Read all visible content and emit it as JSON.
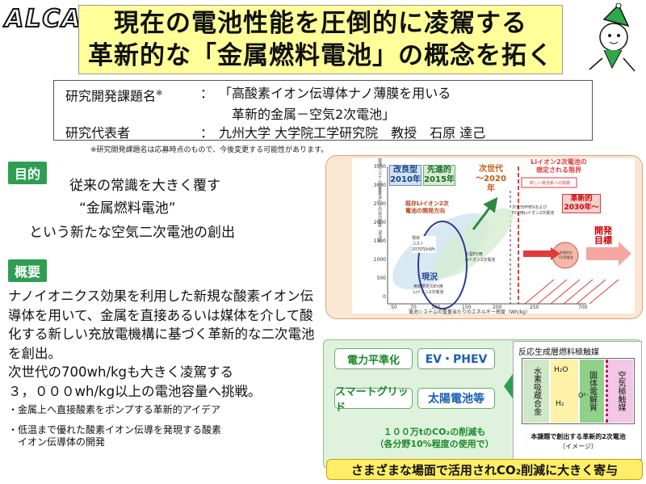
{
  "logo": {
    "text": "ALCA"
  },
  "title": {
    "line1": "現在の電池性能を圧倒的に凌駕する",
    "line2": "革新的な「金属燃料電池」の概念を拓く"
  },
  "info": {
    "topic_label": "研究開発課題名",
    "topic_mark": "※",
    "sep": "：",
    "topic_line1": "「高酸素イオン伝導体ナノ薄膜を用いる",
    "topic_line2": "革新的金属－空気2次電池」",
    "rep_label": "研究代表者",
    "rep_value": "九州大学 大学院工学研究院　教授　石原 達己"
  },
  "note": "※研究開発課題名は応募時点のもので、今後変更する可能性があります。",
  "purpose": {
    "label": "目的",
    "line1": "従来の常識を大きく覆す",
    "line2": "“金属燃料電池”",
    "line3": "という新たな空気二次電池の創出"
  },
  "overview": {
    "label": "概要",
    "p1": "ナノイオニクス効果を利用した新規な酸素イオン伝導体を用いて、金属を直接あるいは媒体を介して酸化する新しい充放電機構に基づく革新的な二次電池を創出。",
    "p2": "次世代の700wh/kgも大きく凌駕する",
    "p3": "３，０００wh/kg以上の電池容量へ挑戦。",
    "b1": "・金属上へ直接酸素をポンプする革新的アイデア",
    "b2": "・低温まで優れた酸素イオン伝導を発現する酸素",
    "b2b": "　イオン伝導体の開発"
  },
  "chart": {
    "ylabel": "電池システムの重量当たりの出力密度（W/kg）",
    "xlabel": "電池システムの重量当たりのエネルギー密度（Wh/kg）",
    "yticks": [
      "3500",
      "3000",
      "2500",
      "2000",
      "1500",
      "1000",
      "500",
      "0"
    ],
    "xticks": [
      "50",
      "70",
      "100",
      "150",
      "200",
      "250",
      "700"
    ],
    "tag_2010": "改良型\n2010年",
    "tag_2015": "先進的\n2015年",
    "tag_2020": "次世代\n～2020年",
    "tag_2030": "革新的\n2030年～",
    "limit_label": "Liイオン2次電池の\n想定される限界",
    "new_dev": "新しい電池系への挑戦",
    "existing": "既存Liイオン2次\n電池の開発方向",
    "current": "現況",
    "cost": "現状\nコスト\n20万円/kWh",
    "ev_use": "用途限定のEV用\nLiイオン2次電池",
    "small_ev": "小型EV用\nLiイオン2次電池",
    "phev": "次世代PHEVおよび\nFCV用Liイオン2次電池",
    "full_ev": "本格的な\nEV用電池",
    "target": "開発\n目標"
  },
  "bottom": {
    "b1": "電力平準化",
    "b2": "EV・PHEV",
    "b3": "スマートグリッド",
    "b4": "太陽電池等",
    "co2_line1": "１００万tのCO₂の削減も",
    "co2_line2": "（各分野10%程度の使用で）",
    "cell_title": "反応生成層燃料極触媒",
    "col1": "水素吸蔵合金",
    "col2": "固体電解質",
    "col3": "空気極触媒",
    "h2o": "H₂O",
    "h2": "H₂",
    "o2": "O²⁻",
    "cell_caption1": "本課題で創出する革新的2次電池",
    "cell_caption2": "（イメージ）",
    "banner": "さまざまな場面で活用されCO₂削減に大きく寄与"
  },
  "colors": {
    "title_bg": "#ffff99",
    "label_green": "#2e9e52",
    "accent_red": "#e03a3a",
    "chart_bg": "#fbe6d4",
    "bottom_bg": "#dff2dd",
    "banner_bg": "#ffee66"
  }
}
